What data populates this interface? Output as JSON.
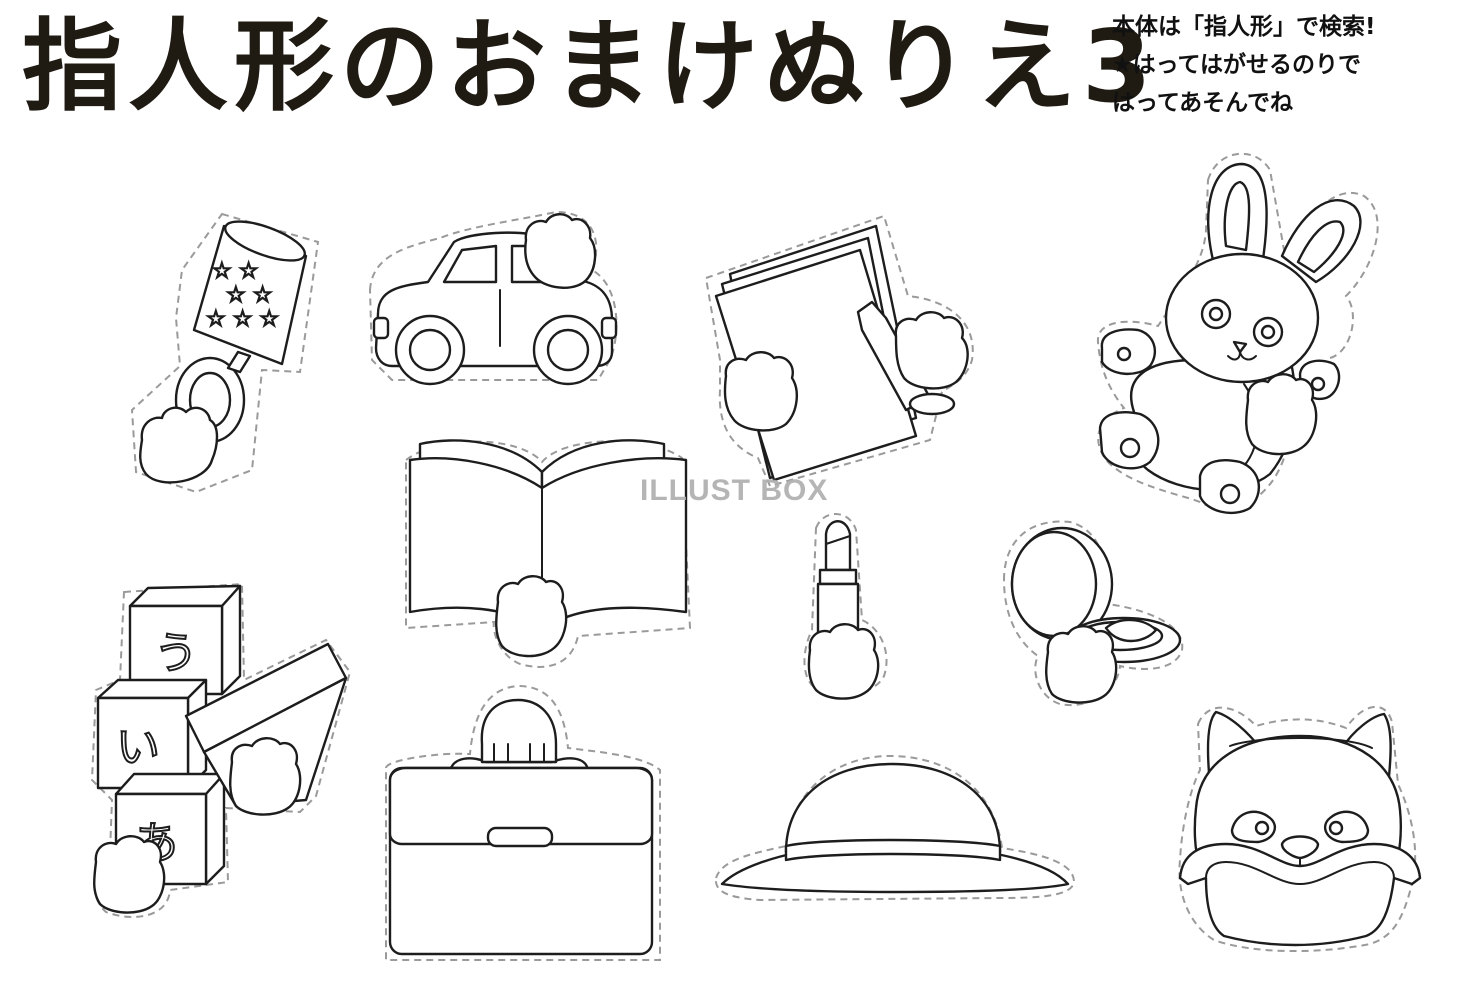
{
  "title": "指人形のおまけぬりえ3",
  "note": {
    "line1": "本体は「指人形」で検索!",
    "line2": "★はってはがせるのりで",
    "line3": "はってあそんでね"
  },
  "watermark": "ILLUST BOX",
  "blocks": {
    "top": "う",
    "middle": "い",
    "bottom": "あ"
  },
  "colors": {
    "ink": "#1d1d1d",
    "cutline": "#9a9a9a",
    "watermark": "#aeaeae"
  }
}
